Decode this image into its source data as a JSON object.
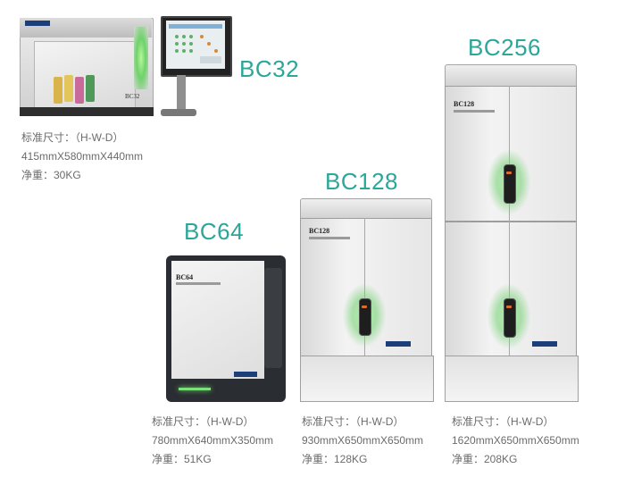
{
  "products": [
    {
      "model": "BC32",
      "size_label": "标准尺寸：（H-W-D）",
      "size_value": "415mmX580mmX440mm",
      "weight": "净重：30KG",
      "device_text": "BC32"
    },
    {
      "model": "BC64",
      "size_label": "标准尺寸：（H-W-D）",
      "size_value": "780mmX640mmX350mm",
      "weight": "净重：51KG",
      "device_text": "BC64"
    },
    {
      "model": "BC128",
      "size_label": "标准尺寸：（H-W-D）",
      "size_value": "930mmX650mmX650mm",
      "weight": "净重：128KG",
      "device_text": "BC128"
    },
    {
      "model": "BC256",
      "size_label": "标准尺寸：（H-W-D）",
      "size_value": "1620mmX650mmX650mm",
      "weight": "净重：208KG",
      "device_text": "BC128"
    }
  ],
  "colors": {
    "accent": "#2aa79a",
    "glow": "#8fe38a",
    "frame": "#2a2d31",
    "spec_text": "#6b6b6b"
  },
  "icons": [
    "brand-logo-icon",
    "door-handle-icon"
  ]
}
